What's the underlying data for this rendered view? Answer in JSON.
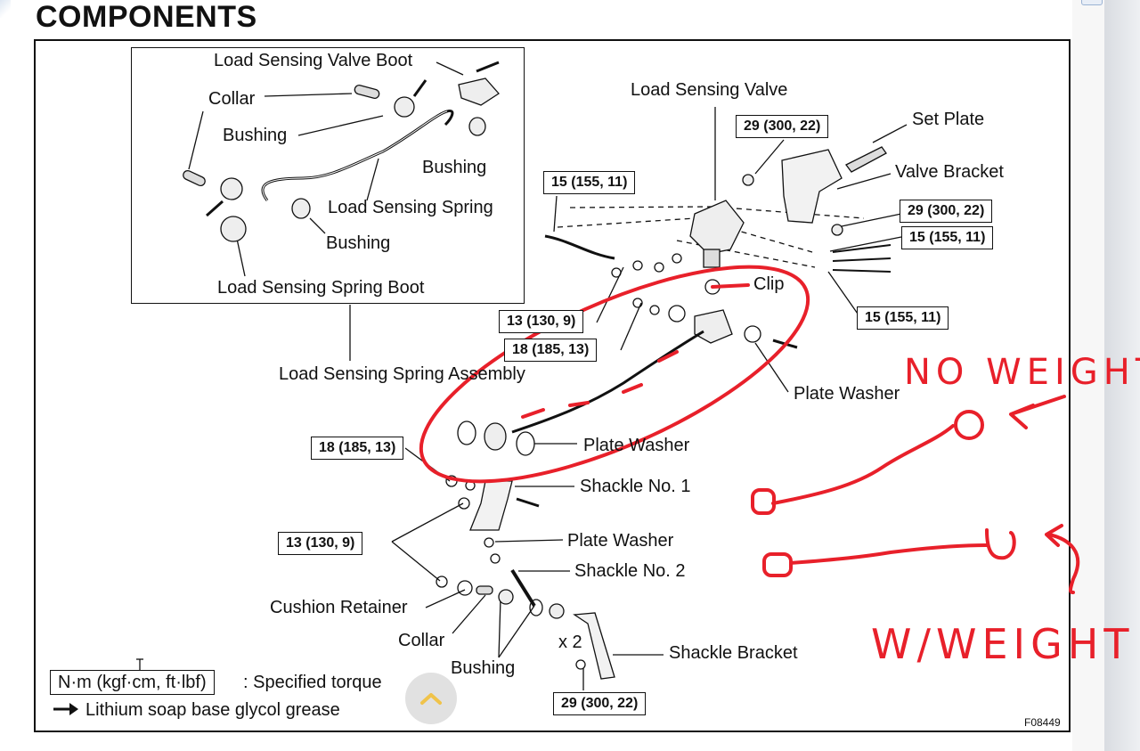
{
  "page": {
    "title": "COMPONENTS"
  },
  "inset_labels": {
    "boot_top": "Load Sensing Valve Boot",
    "collar": "Collar",
    "bushing_left": "Bushing",
    "bushing_right": "Bushing",
    "spring": "Load Sensing Spring",
    "bushing_bottom": "Bushing",
    "spring_boot": "Load Sensing Spring Boot"
  },
  "labels": {
    "load_sensing_valve": "Load Sensing Valve",
    "set_plate": "Set Plate",
    "valve_bracket": "Valve Bracket",
    "clip": "Clip",
    "spring_assembly": "Load Sensing Spring Assembly",
    "plate_washer_right": "Plate Washer",
    "plate_washer_mid": "Plate Washer",
    "shackle_no1": "Shackle No. 1",
    "plate_washer_low": "Plate Washer",
    "shackle_no2": "Shackle No. 2",
    "cushion_retainer": "Cushion Retainer",
    "collar": "Collar",
    "bushing": "Bushing",
    "x2": "x 2",
    "shackle_bracket": "Shackle Bracket"
  },
  "torque_boxes": {
    "t1": "29 (300, 22)",
    "t2": "15 (155, 11)",
    "t3": "29 (300, 22)",
    "t4": "15 (155, 11)",
    "t5": "13 (130, 9)",
    "t6": "15 (155, 11)",
    "t7": "18 (185, 13)",
    "t8": "18 (185, 13)",
    "t9": "13 (130, 9)",
    "t10": "29 (300, 22)"
  },
  "legend": {
    "torque_unit": "N·m (kgf·cm, ft·lbf)",
    "torque_desc": ": Specified torque",
    "grease_desc": "Lithium soap base glycol grease",
    "arrow_icon": "arrow-right-icon"
  },
  "figure_code": "F08449",
  "annotations": {
    "no_weight": "NO WEIGHT",
    "with_weight": "W/WEIGHT",
    "color": "#e8202a"
  }
}
